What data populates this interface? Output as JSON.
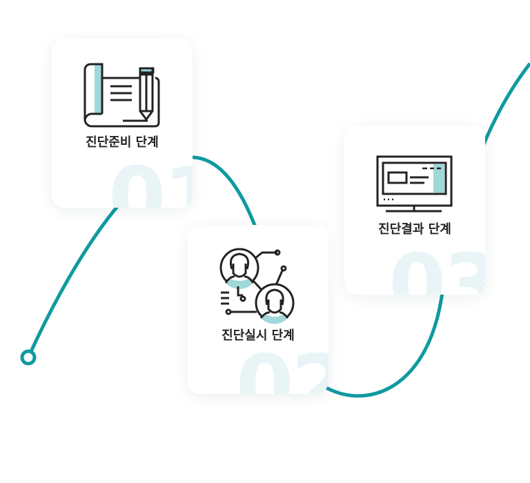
{
  "colors": {
    "accent": "#0f9aa0",
    "icon_fill": "#9fd8d9",
    "number": "#e9f4f6"
  },
  "steps": [
    {
      "number": "01",
      "label": "진단준비 단계",
      "icon": "blueprint-pencil-icon"
    },
    {
      "number": "02",
      "label": "진단실시 단계",
      "icon": "people-network-icon"
    },
    {
      "number": "03",
      "label": "진단결과 단계",
      "icon": "monitor-icon"
    }
  ]
}
